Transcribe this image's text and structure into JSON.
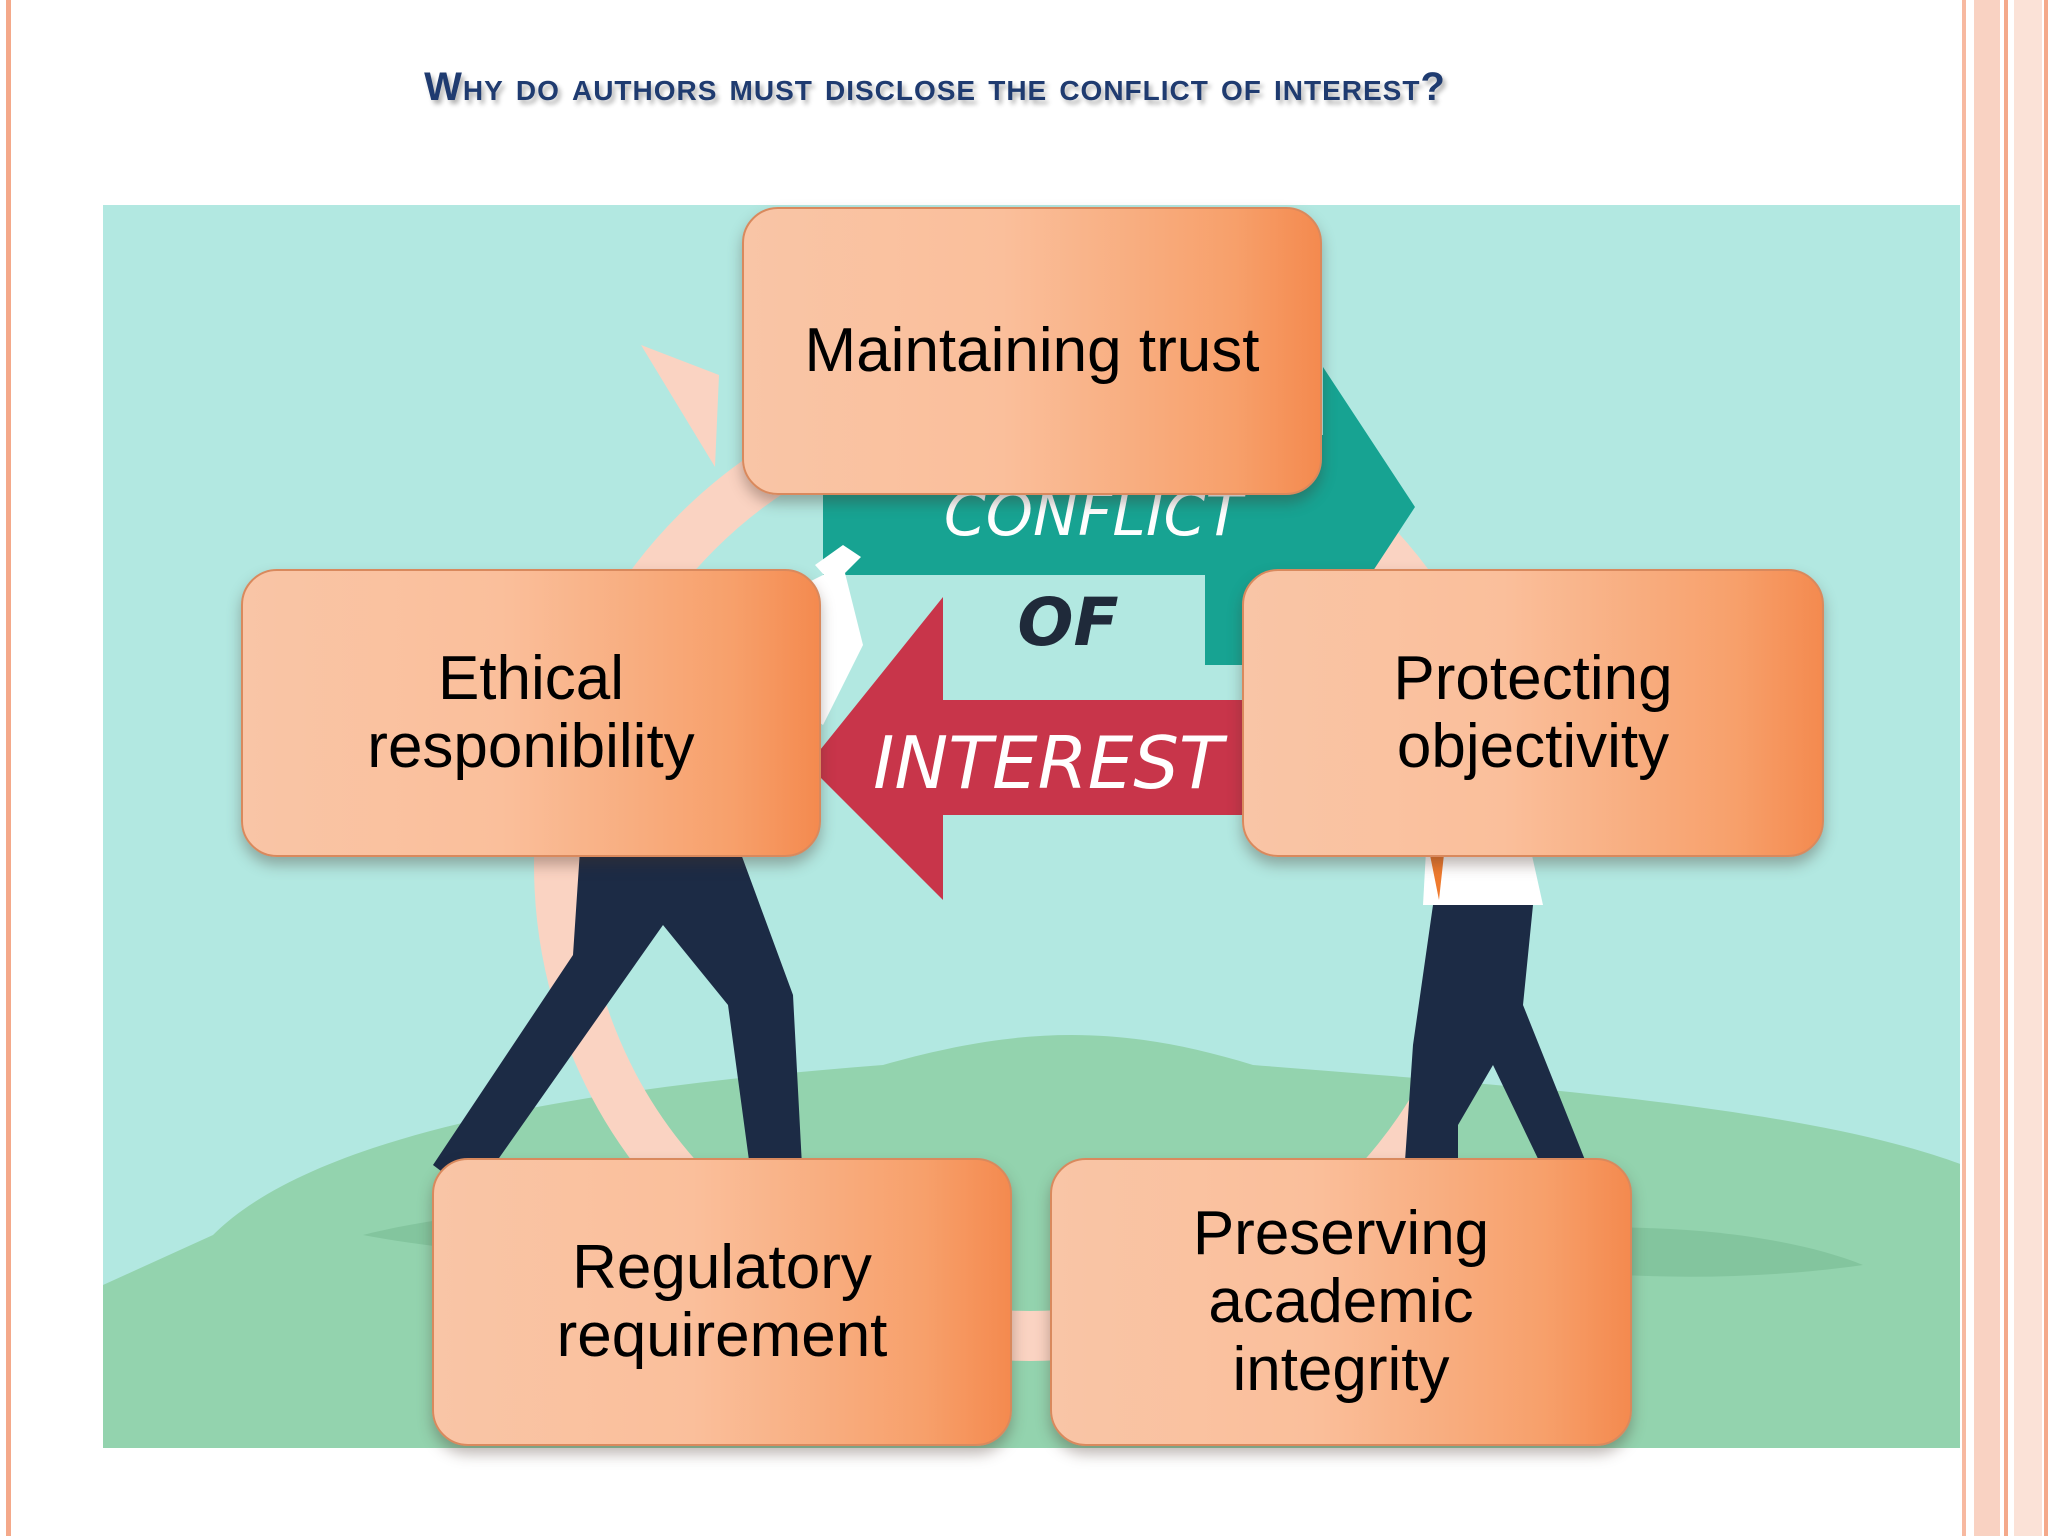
{
  "slide": {
    "title": "Why do authors must disclose the conflict of interest?"
  },
  "illustration": {
    "sign_top": "CONFLICT",
    "sign_middle": "OF",
    "sign_bottom": "INTEREST"
  },
  "cycle": {
    "items": [
      "Maintaining trust",
      "Protecting\nobjectivity",
      "Preserving\nacademic\nintegrity",
      "Regulatory\nrequirement",
      "Ethical\nresponibility"
    ]
  },
  "colors": {
    "title": "#1f3b70",
    "background_scene": "#b2e8e1",
    "box_light": "#f9c5a6",
    "box_dark": "#f48a4f",
    "cycle_arrow": "#fad3c2",
    "sign_teal": "#17a392",
    "sign_red": "#c8354a"
  }
}
